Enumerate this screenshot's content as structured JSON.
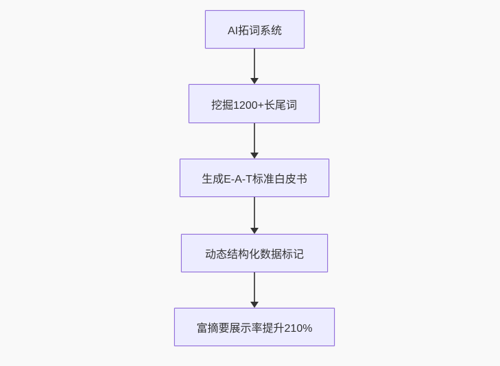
{
  "diagram": {
    "type": "flowchart",
    "direction": "top-down",
    "colors": {
      "node_fill": "#ECECFF",
      "node_border": "#9370DB",
      "arrow_line": "#555555",
      "arrow_head": "#333333",
      "text": "#333333",
      "page_bg": "#f9f9f9"
    },
    "nodes": [
      {
        "id": "n1",
        "label": "AI拓词系统"
      },
      {
        "id": "n2",
        "label": "挖掘1200+长尾词"
      },
      {
        "id": "n3",
        "label": "生成E-A-T标准白皮书"
      },
      {
        "id": "n4",
        "label": "动态结构化数据标记"
      },
      {
        "id": "n5",
        "label": "富摘要展示率提升210%"
      }
    ],
    "edges": [
      {
        "from": "n1",
        "to": "n2"
      },
      {
        "from": "n2",
        "to": "n3"
      },
      {
        "from": "n3",
        "to": "n4"
      },
      {
        "from": "n4",
        "to": "n5"
      }
    ]
  }
}
